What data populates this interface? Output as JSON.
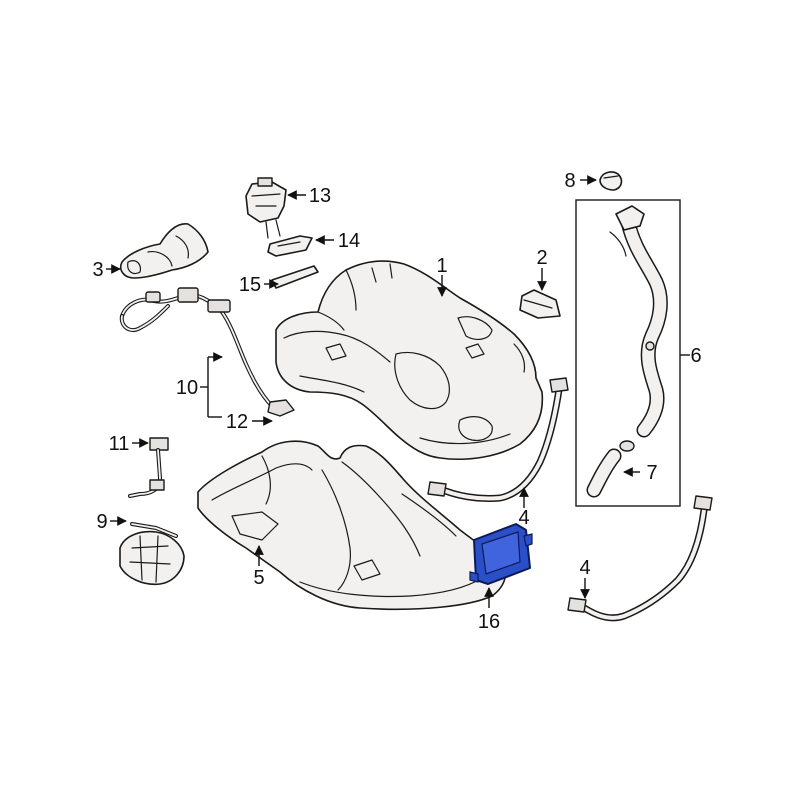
{
  "diagram": {
    "highlight_color": "#2b4fc9",
    "line_color": "#1a1a1a",
    "part_fill": "#f3f1ef",
    "callouts": [
      {
        "id": "c1",
        "label": "1"
      },
      {
        "id": "c2",
        "label": "2"
      },
      {
        "id": "c3",
        "label": "3"
      },
      {
        "id": "c4a",
        "label": "4"
      },
      {
        "id": "c4b",
        "label": "4"
      },
      {
        "id": "c5",
        "label": "5"
      },
      {
        "id": "c6",
        "label": "6"
      },
      {
        "id": "c7",
        "label": "7"
      },
      {
        "id": "c8",
        "label": "8"
      },
      {
        "id": "c9",
        "label": "9"
      },
      {
        "id": "c10",
        "label": "10"
      },
      {
        "id": "c11",
        "label": "11"
      },
      {
        "id": "c12",
        "label": "12"
      },
      {
        "id": "c13",
        "label": "13"
      },
      {
        "id": "c14",
        "label": "14"
      },
      {
        "id": "c15",
        "label": "15"
      },
      {
        "id": "c16",
        "label": "16"
      }
    ]
  }
}
